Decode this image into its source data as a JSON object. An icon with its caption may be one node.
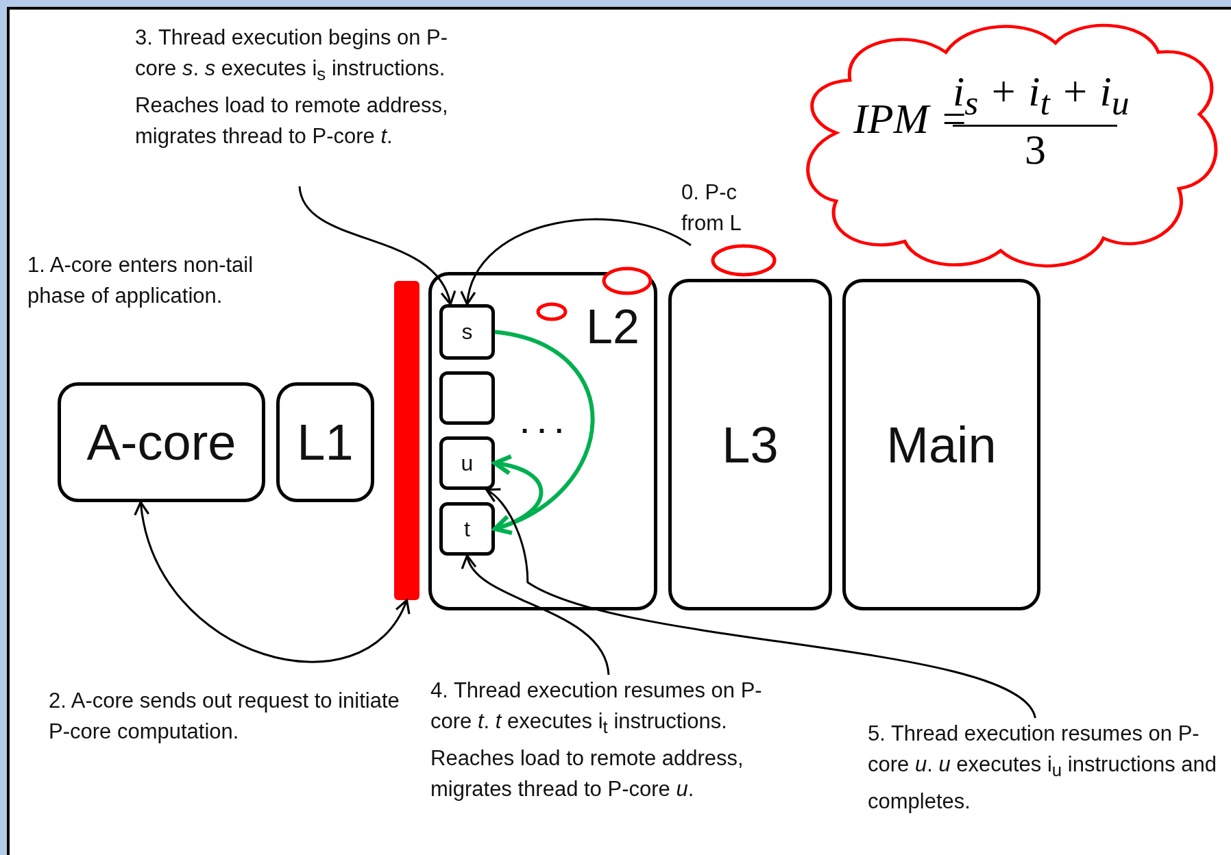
{
  "diagram": {
    "nodes": [
      {
        "text": [
          "3. Thread execution begins on P-core *s*. *s* executes i$_{s}$ instructions. Reaches load to remote address, migrates thread to P-core *t*."
        ]
      },
      {
        "text": [
          "0. P-c from L"
        ]
      },
      {
        "text": [
          "A-core"
        ]
      },
      {
        "text": [
          "L1"
        ]
      },
      {
        "text": [],
        "shape": "bar"
      },
      {
        "text": [
          "L2"
        ]
      },
      {
        "text": [
          "s"
        ],
        "in": 5
      },
      {
        "text": [],
        "shape": "box",
        "in": 5
      },
      {
        "text": [
          "u"
        ],
        "in": 5
      },
      {
        "text": [
          "t"
        ],
        "in": 5
      },
      {
        "text": [
          "L3"
        ]
      },
      {
        "text": [
          "Main"
        ]
      },
      {
        "text": [
          "IPM =",
          "i$_{s}$ + i$_{t}$ + i$_{u}$",
          "3"
        ]
      },
      {
        "text": [
          "4. Thread execution resumes on P-core *t*. *t* executes i$_{t}$ instructions. Reaches load to remote address, migrates thread to P-core *u*."
        ]
      },
      {
        "text": [
          "5. Thread execution resumes on P-core *u*. *u* executes i$_{u}$ instructions and completes."
        ]
      }
    ],
    "edges": [
      {
        "from": 0,
        "to": 6,
        "arrow": "to"
      },
      {
        "from": 1,
        "to": 6,
        "arrow": "to"
      },
      {
        "from": 2,
        "to": 4,
        "arrow": "both"
      },
      {
        "from": 6,
        "to": 9,
        "arrow": "to",
        "style": "thick",
        "color": "#00b050"
      },
      {
        "from": 9,
        "to": 8,
        "arrow": "to",
        "style": "thick",
        "color": "#00b050"
      },
      {
        "from": 13,
        "to": 9,
        "arrow": "to"
      },
      {
        "from": 14,
        "to": 8,
        "arrow": "to"
      }
    ],
    "labels": [
      "1. A-core enters non-tail phase of application.",
      "...",
      "2. A-core sends out request to initiate P-core computation."
    ]
  }
}
